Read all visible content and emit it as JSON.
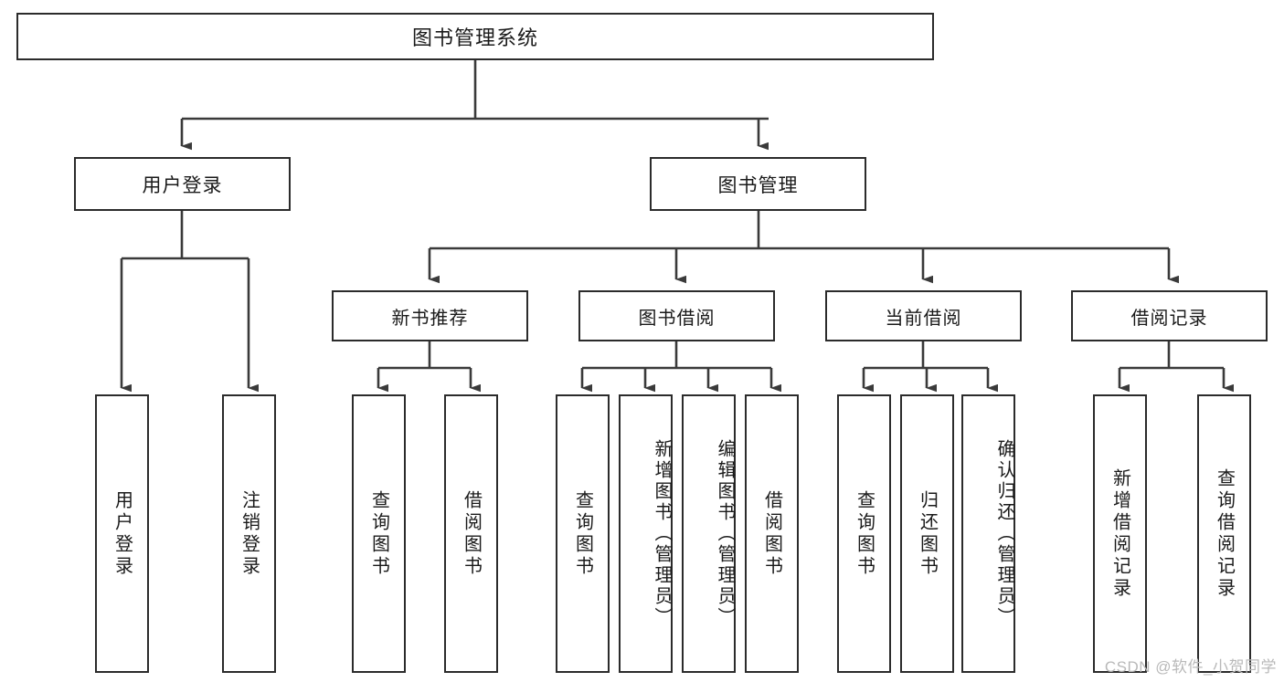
{
  "diagram": {
    "title": "图书管理系统",
    "type": "tree",
    "colors": {
      "box_border": "#2b2b2b",
      "box_fill": "#ffffff",
      "connector": "#3a3a3a",
      "text": "#1a1a1a",
      "watermark": "#b9b9b9",
      "background": "#ffffff"
    },
    "root": {
      "label": "图书管理系统"
    },
    "level2": [
      {
        "label": "用户登录"
      },
      {
        "label": "图书管理"
      }
    ],
    "level3": [
      {
        "label": "新书推荐"
      },
      {
        "label": "图书借阅"
      },
      {
        "label": "当前借阅"
      },
      {
        "label": "借阅记录"
      }
    ],
    "leaves": {
      "user_login": [
        {
          "label": "用户登录"
        },
        {
          "label": "注销登录"
        }
      ],
      "new_book_recommend": [
        {
          "label": "查询图书"
        },
        {
          "label": "借阅图书"
        }
      ],
      "book_borrow": [
        {
          "label": "查询图书"
        },
        {
          "label": "新增图书（管理员）"
        },
        {
          "label": "编辑图书（管理员）"
        },
        {
          "label": "借阅图书"
        }
      ],
      "current_borrow": [
        {
          "label": "查询图书"
        },
        {
          "label": "归还图书"
        },
        {
          "label": "确认归还（管理员）"
        }
      ],
      "borrow_record": [
        {
          "label": "新增借阅记录"
        },
        {
          "label": "查询借阅记录"
        }
      ]
    },
    "watermark": "CSDN @软件_小贺同学"
  }
}
